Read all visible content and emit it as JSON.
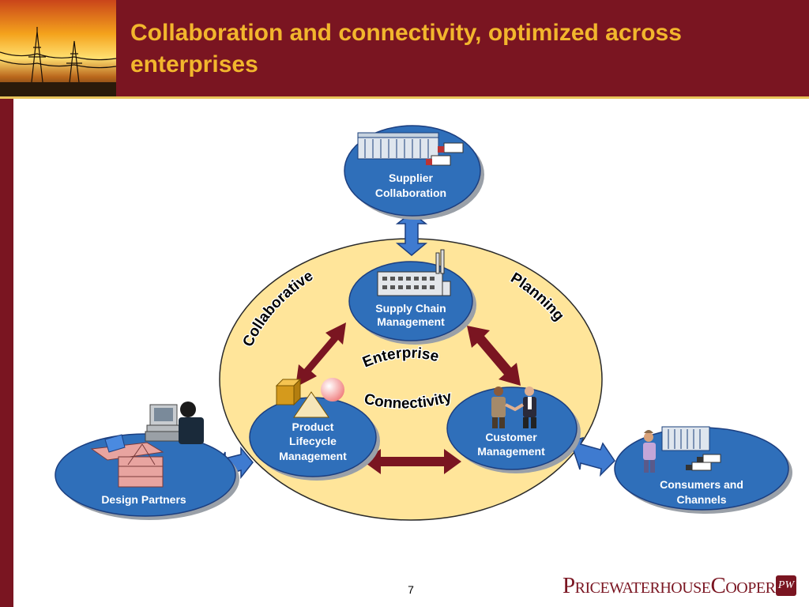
{
  "slide": {
    "title": "Collaboration and connectivity, optimized across enterprises",
    "page_number": "7"
  },
  "diagram": {
    "curve_labels": {
      "collaborative": "Collaborative",
      "planning": "Planning",
      "enterprise": "Enterprise",
      "connectivity": "Connectivity"
    },
    "nodes": {
      "supplier": [
        "Supplier",
        "Collaboration"
      ],
      "supply_chain": [
        "Supply Chain",
        "Management"
      ],
      "product_lifecycle": [
        "Product",
        "Lifecycle",
        "Management"
      ],
      "customer": [
        "Customer",
        "Management"
      ],
      "design_partners": [
        "Design Partners"
      ],
      "consumers": [
        "Consumers and",
        "Channels"
      ]
    }
  },
  "logo": {
    "text": "PricewaterhouseCoopers",
    "mark": "PW"
  },
  "colors": {
    "header": "#7a1521",
    "title": "#f2b62d",
    "node": "#2f6fba",
    "enterprise_oval": "#ffe59a",
    "arrow_internal": "#7a1521",
    "arrow_external": "#3f7bd0"
  }
}
